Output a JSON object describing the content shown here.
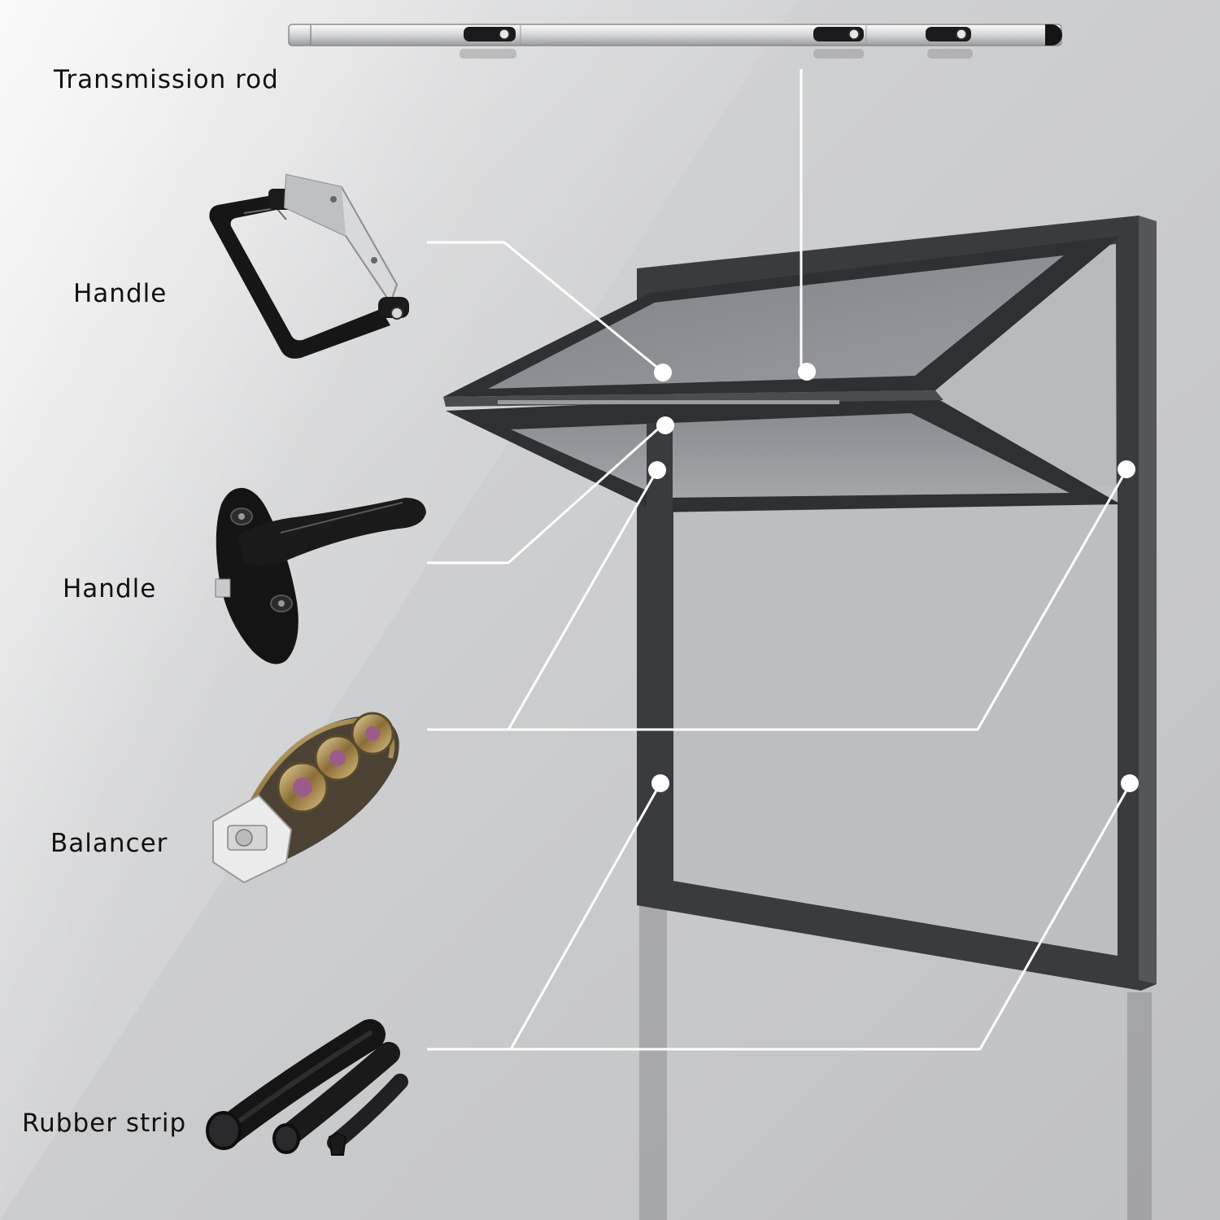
{
  "labels": {
    "transmission_rod": "Transmission rod",
    "handle_top": "Handle",
    "handle_lever": "Handle",
    "balancer": "Balancer",
    "rubber_strip": "Rubber strip"
  },
  "icons": [
    "transmission-rod-icon",
    "loop-handle-icon",
    "lever-handle-icon",
    "balancer-icon",
    "rubber-strip-icon"
  ],
  "colors": {
    "frame": "#3a3b3e",
    "glass": "#8c8e93",
    "background": "#c6c7ca",
    "callout_line": "#ffffff"
  }
}
